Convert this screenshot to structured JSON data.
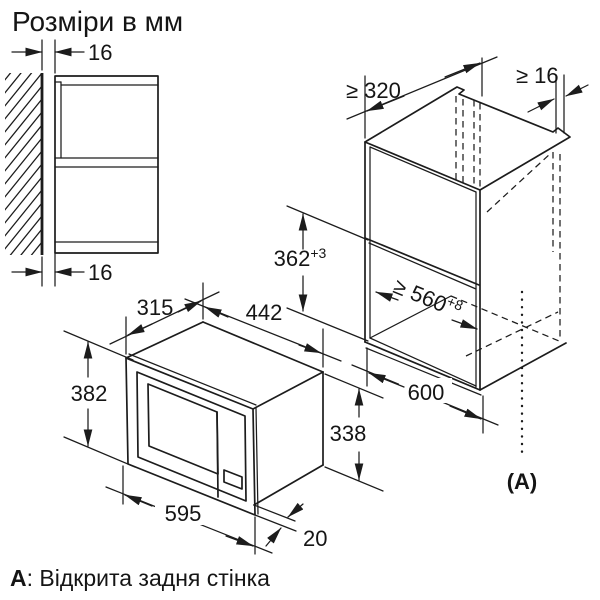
{
  "title": "Розміри в мм",
  "wall_detail": {
    "top_gap": "16",
    "bottom_gap": "16"
  },
  "cabinet": {
    "depth_min": "≥ 320",
    "wall_gap_min": "≥ 16",
    "niche_height": "362",
    "niche_height_tol": "+3",
    "niche_width_min": "≥ 560",
    "niche_width_tol": "+8",
    "width": "600",
    "open_back_label": "(A)"
  },
  "appliance": {
    "depth": "315",
    "body_width": "442",
    "front_height": "382",
    "body_height": "338",
    "front_width": "595",
    "frame_offset": "20"
  },
  "footnote": {
    "label": "A",
    "text": ": Відкрита задня стінка"
  }
}
